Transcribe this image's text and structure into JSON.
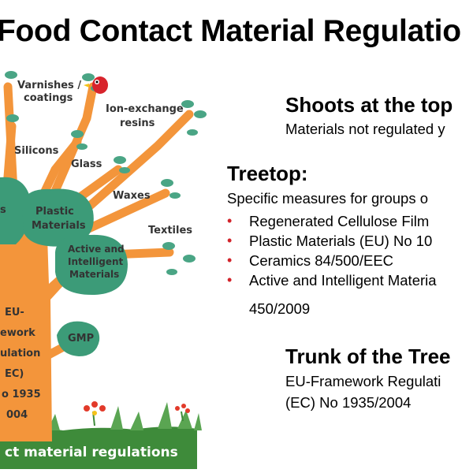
{
  "title": "Food Contact Material Regulatio",
  "illustration": {
    "branches": {
      "varnishes_line1": "Varnishes /",
      "varnishes_line2": "coatings",
      "ion_exchange_line1": "Ion-exchange",
      "ion_exchange_line2": "resins",
      "silicons": "Silicons",
      "glass": "Glass",
      "waxes": "Waxes",
      "textiles": "Textiles"
    },
    "canopy": {
      "plastic_line1": "Plastic",
      "plastic_line2": "Materials",
      "active_line1": "Active and",
      "active_line2": "Intelligent",
      "active_line3": "Materials",
      "cut_left": "s"
    },
    "trunk": {
      "line1": "EU-",
      "line2": "ework",
      "line3": "ulation",
      "line4": "EC)",
      "line5": "o 1935",
      "line6": "004"
    },
    "gmp": "GMP",
    "ground_label": "ct material regulations",
    "colors": {
      "trunk": "#f3953b",
      "canopy": "#3c9b78",
      "leaf": "#4aa585",
      "grass": "#3e8b3a",
      "bird": "#d8242c"
    }
  },
  "sections": {
    "shoots": {
      "heading": "Shoots at the top",
      "body": "Materials not regulated y"
    },
    "treetop": {
      "heading": "Treetop:",
      "intro": "Specific measures for groups o",
      "items": [
        {
          "text": "Regenerated Cellulose Film"
        },
        {
          "text": "Plastic Materials (EU) No 10"
        },
        {
          "text": "Ceramics 84/500/EEC"
        },
        {
          "text": "Active and Intelligent Materia",
          "text2": "450/2009"
        }
      ],
      "bullet_color": "#d2232a"
    },
    "trunk": {
      "heading": "Trunk of the Tree",
      "body_line1": "EU-Framework Regulati",
      "body_line2": "(EC) No 1935/2004"
    }
  }
}
